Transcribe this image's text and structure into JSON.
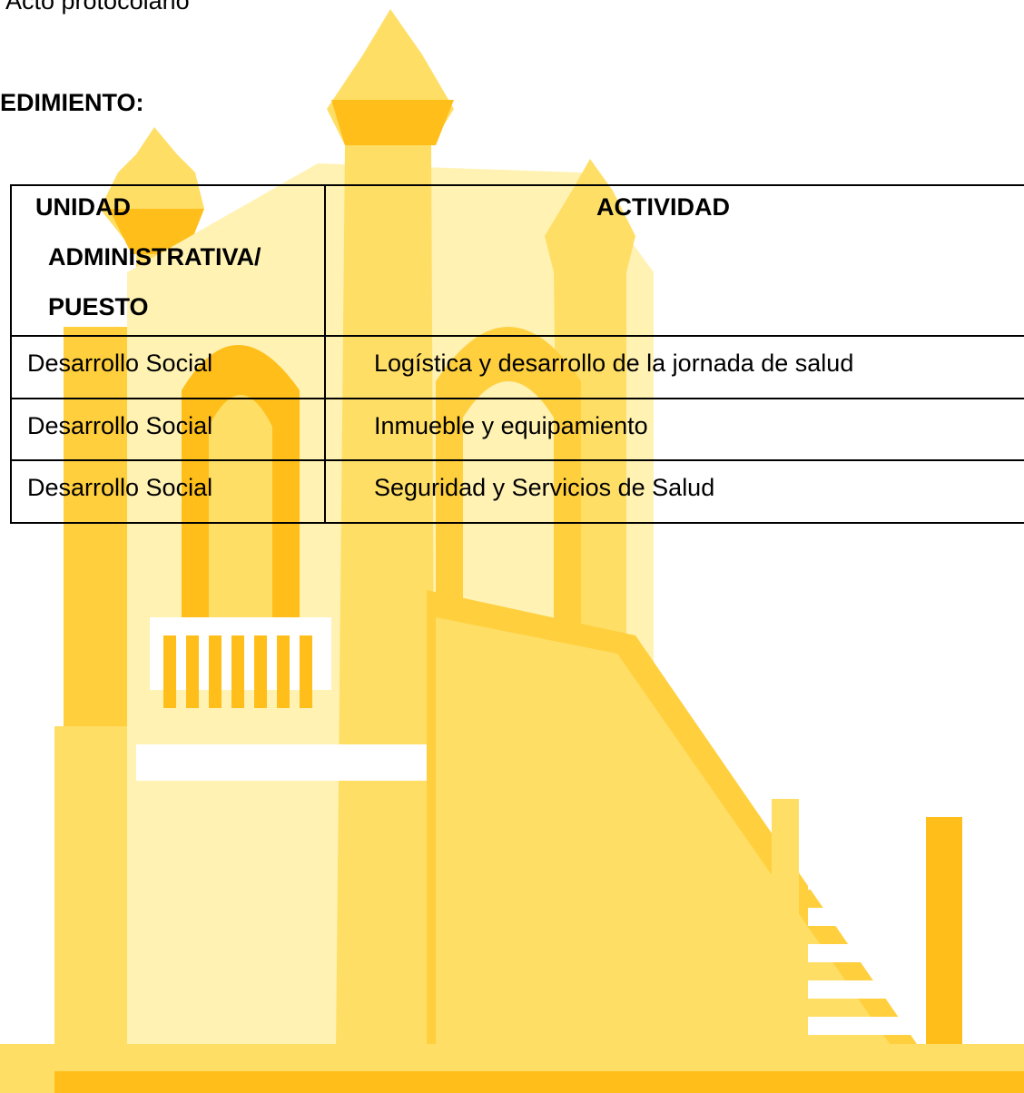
{
  "document": {
    "previous_line": "Acto protocolario",
    "section_heading": "EDIMIENTO:",
    "table": {
      "header": {
        "unit_line1": "UNIDAD",
        "unit_line2": "ADMINISTRATIVA/",
        "unit_line3": "PUESTO",
        "activity": "ACTIVIDAD"
      },
      "rows": [
        {
          "unit": "Desarrollo Social",
          "activity": "Logística y desarrollo de la jornada de salud"
        },
        {
          "unit": "Desarrollo Social",
          "activity": "Inmueble y equipamiento"
        },
        {
          "unit": "Desarrollo Social",
          "activity": "Seguridad y Servicios de Salud"
        }
      ]
    }
  },
  "watermark": {
    "icon": "building-stairs-watermark-icon",
    "colors": {
      "light": "#fff2b3",
      "mid": "#ffde66",
      "dark": "#ffbe1a",
      "accent": "#ff9d00"
    }
  }
}
